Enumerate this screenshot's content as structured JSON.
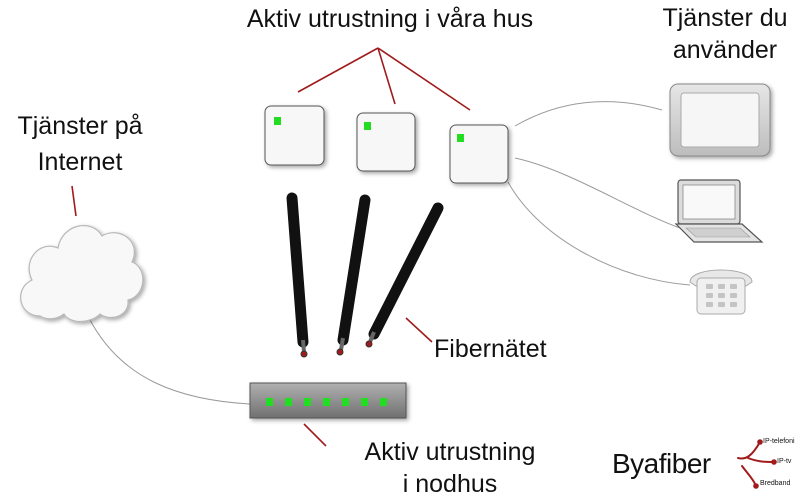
{
  "labels": {
    "top": "Aktiv utrustning i våra hus",
    "services_line1": "Tjänster du",
    "services_line2": "använder",
    "internet_line1": "Tjänster på",
    "internet_line2": "Internet",
    "fiber": "Fibernätet",
    "node_line1": "Aktiv utrustning",
    "node_line2": "i nodhus"
  },
  "logo": {
    "name": "Byafiber",
    "tags": [
      "IP-telefoni",
      "IP-tv",
      "Bredband"
    ]
  },
  "colors": {
    "connector_red": "#a01c1c",
    "led_green": "#22dd22",
    "fiber_black": "#111111",
    "switch_gray": "#8a8a8a",
    "thin_line": "#9a9a9a"
  },
  "icons": [
    "cloud-icon",
    "tablet-icon",
    "laptop-icon",
    "phone-icon",
    "network-switch-icon",
    "fiber-cable-icon",
    "home-unit-icon"
  ]
}
